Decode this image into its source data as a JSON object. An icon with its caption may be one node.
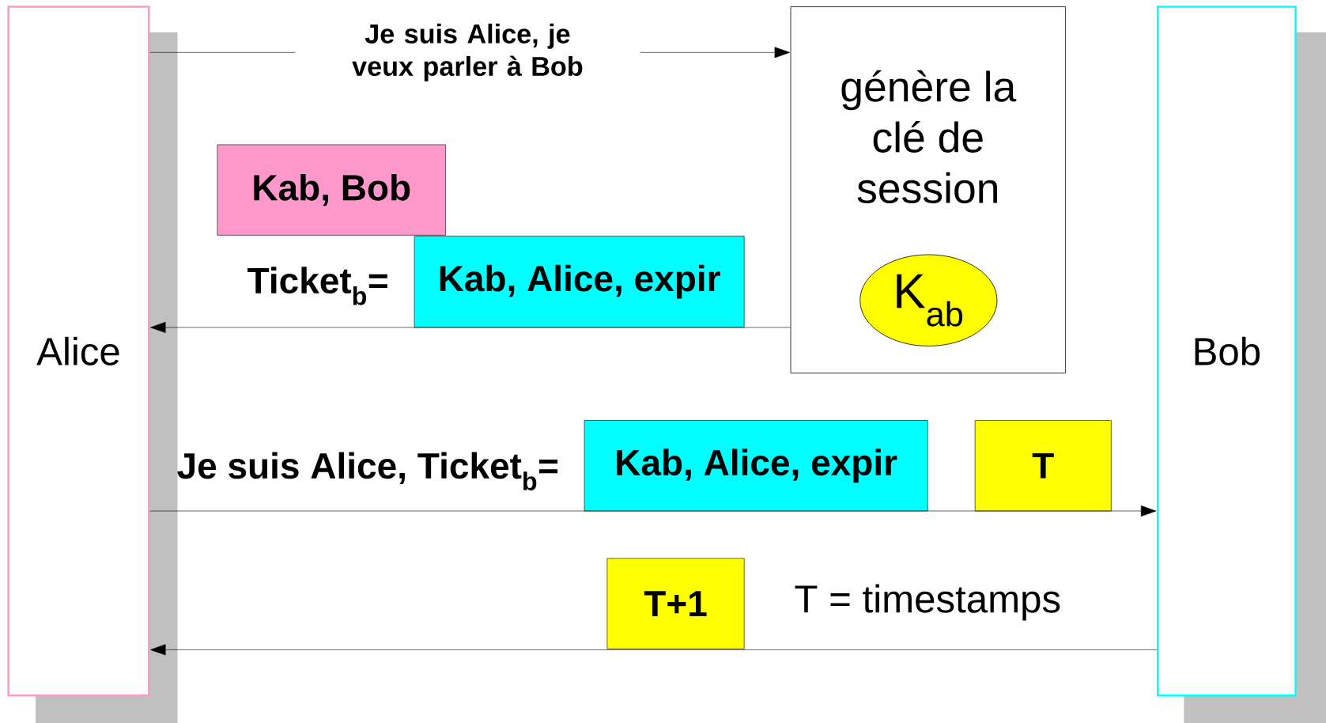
{
  "diagram": {
    "nodes": [
      {
        "text": [
          "Alice"
        ]
      },
      {
        "text": [
          "Bob"
        ]
      },
      {
        "text": [
          "génère la clé de session"
        ]
      },
      {
        "text": [
          "K$_{ab}$"
        ],
        "in": 2
      },
      {
        "text": [
          "Kab, Bob"
        ]
      },
      {
        "text": [
          "Kab, Alice, expir"
        ]
      },
      {
        "text": [
          "Kab, Alice, expir"
        ]
      },
      {
        "text": [
          "T"
        ]
      },
      {
        "text": [
          "T+1"
        ]
      }
    ],
    "edges": [
      {
        "from": 0,
        "to": 2,
        "arrow": "to",
        "label": "Je suis Alice, je veux parler à Bob"
      },
      {
        "from": 2,
        "to": 0,
        "arrow": "to"
      },
      {
        "from": 0,
        "to": 1,
        "arrow": "to"
      },
      {
        "from": 1,
        "to": 0,
        "arrow": "to"
      }
    ],
    "labels": [
      "Ticket$_{b}$=",
      "Je suis Alice, Ticket$_{b}$=",
      "T = timestamps"
    ]
  }
}
